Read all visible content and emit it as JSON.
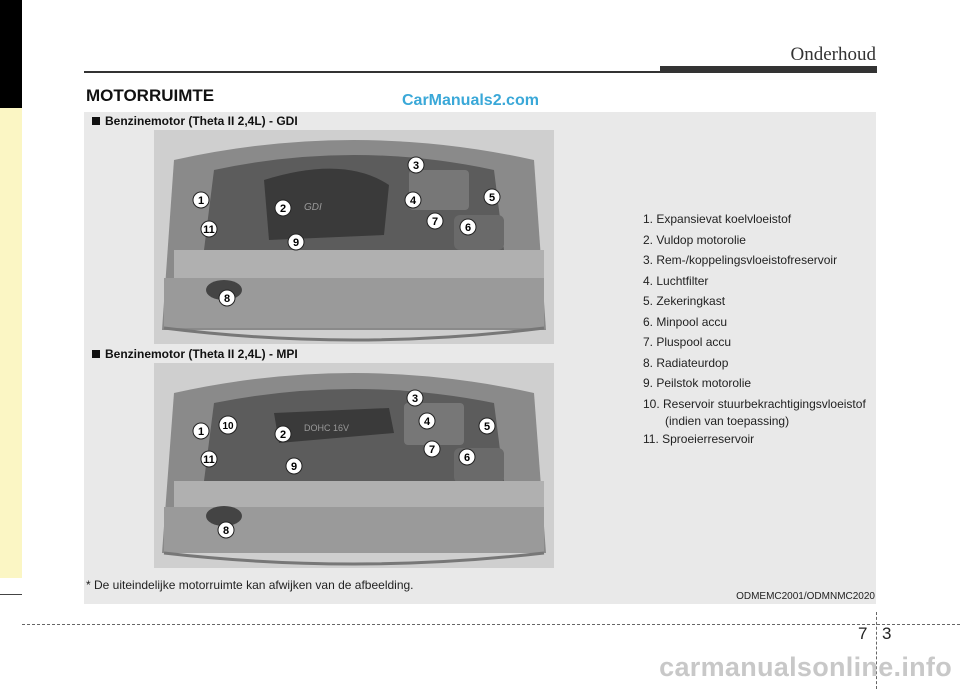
{
  "header": {
    "section": "Onderhoud"
  },
  "title": "MOTORRUIMTE",
  "watermark_top": "CarManuals2.com",
  "engines": [
    {
      "label": "Benzinemotor (Theta II 2,4L) - GDI",
      "cover_text": "GDI",
      "callouts": [
        "1",
        "2",
        "3",
        "4",
        "5",
        "6",
        "7",
        "8",
        "9",
        "11"
      ]
    },
    {
      "label": "Benzinemotor (Theta II 2,4L) - MPI",
      "cover_text": "DOHC 16V",
      "callouts": [
        "1",
        "10",
        "2",
        "3",
        "4",
        "5",
        "6",
        "7",
        "8",
        "9",
        "11"
      ]
    }
  ],
  "legend": [
    "1. Expansievat koelvloeistof",
    "2. Vuldop motorolie",
    "3. Rem-/koppelingsvloeistofreservoir",
    "4. Luchtfilter",
    "5. Zekeringkast",
    "6. Minpool accu",
    "7. Pluspool accu",
    "8. Radiateurdop",
    "9. Peilstok motorolie",
    "10. Reservoir stuurbekrachtigingsvloeistof",
    "(indien van toepassing)",
    "11. Sproeierreservoir"
  ],
  "footnote": "* De uiteindelijke motorruimte kan afwijken van de afbeelding.",
  "image_code": "ODMEMC2001/ODMNMC2020",
  "page": {
    "chapter": "7",
    "number": "3"
  },
  "watermark_bottom": "carmanualsonline.info"
}
